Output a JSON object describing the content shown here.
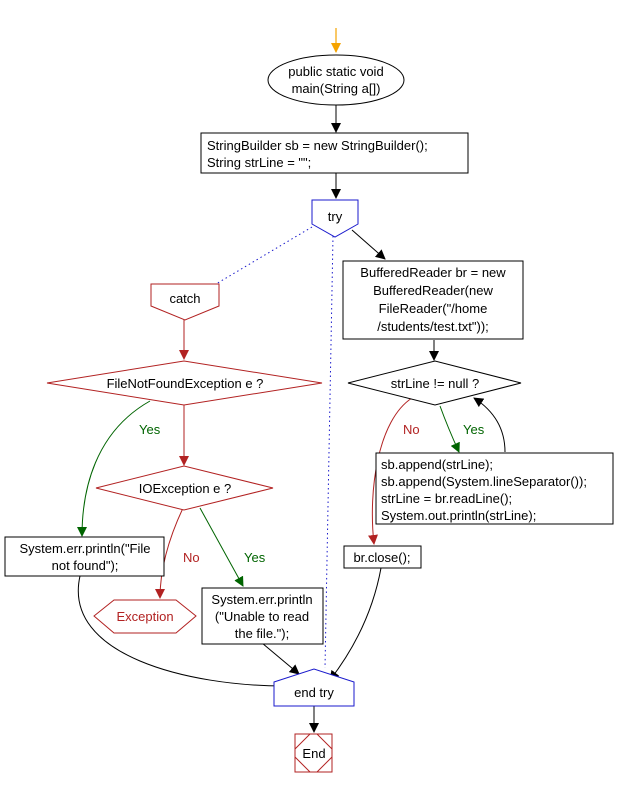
{
  "colors": {
    "stroke": "#000000",
    "blue": "#1a1acc",
    "red": "#b22222",
    "green": "#006400",
    "orange": "#f5a300"
  },
  "nodes": {
    "start": [
      "public static void",
      "main(String a[])"
    ],
    "init": [
      "StringBuilder sb = new StringBuilder();",
      "String strLine = \"\";"
    ],
    "try": "try",
    "catch": "catch",
    "br": [
      "BufferedReader br = new",
      "BufferedReader(new",
      "FileReader(\"/home",
      "/students/test.txt\"));"
    ],
    "while_cond": "strLine != null ?",
    "loop_body": [
      "sb.append(strLine);",
      "sb.append(System.lineSeparator());",
      "strLine = br.readLine();",
      "System.out.println(strLine);"
    ],
    "fnf_cond": "FileNotFoundException e ?",
    "io_cond": "IOException e ?",
    "fnf_print": [
      "System.err.println(\"File",
      "not found\");"
    ],
    "exception": "Exception",
    "io_print": [
      "System.err.println",
      "(\"Unable to read",
      "the file.\");"
    ],
    "close": "br.close();",
    "end_try": "end try",
    "end": "End"
  },
  "edge_labels": {
    "while_no": "No",
    "while_yes": "Yes",
    "fnf_yes": "Yes",
    "io_no": "No",
    "io_yes": "Yes"
  }
}
